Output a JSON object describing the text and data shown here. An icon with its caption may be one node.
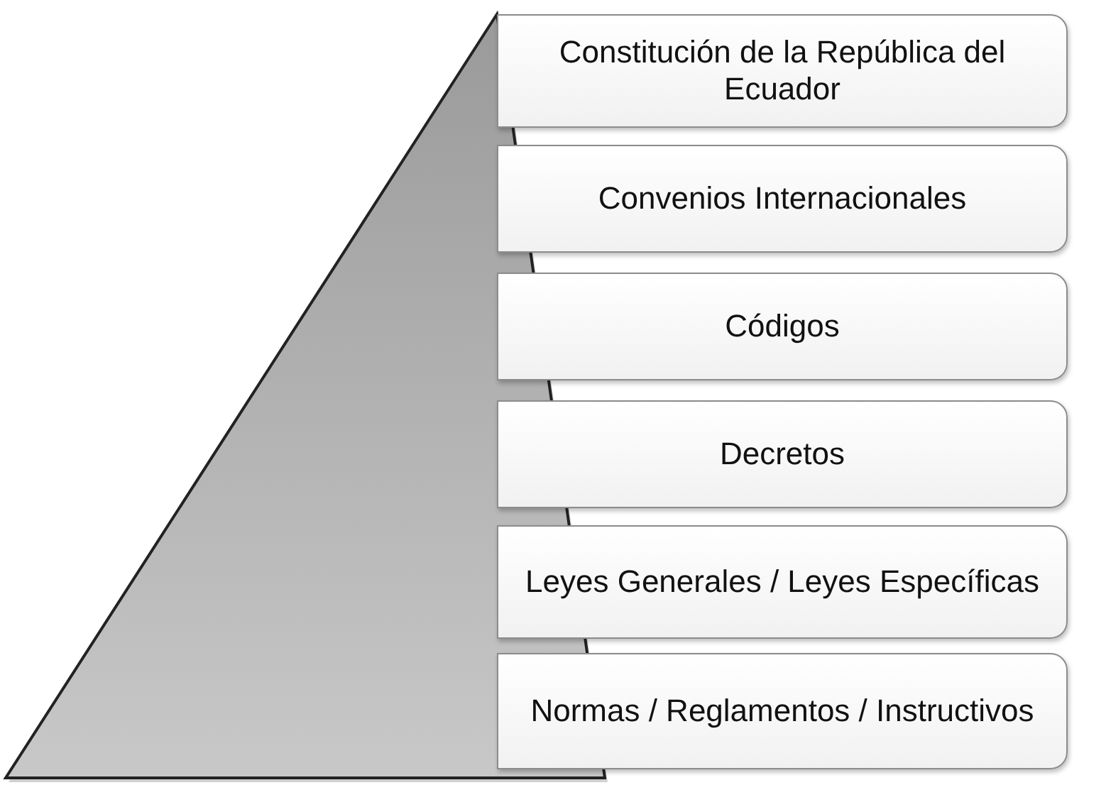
{
  "diagram": {
    "nodes": [
      {
        "text": [
          "Constitución de la República del Ecuador"
        ]
      },
      {
        "text": [
          "Convenios Internacionales"
        ]
      },
      {
        "text": [
          "Códigos"
        ]
      },
      {
        "text": [
          "Decretos"
        ]
      },
      {
        "text": [
          "Leyes Generales / Leyes Específicas"
        ]
      },
      {
        "text": [
          "Normas / Reglamentos / Instructivos"
        ]
      }
    ]
  }
}
